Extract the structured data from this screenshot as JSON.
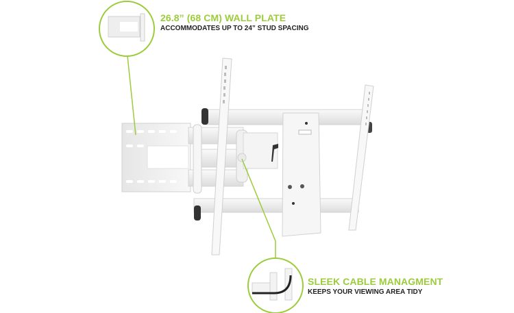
{
  "colors": {
    "accent_green": "#9ccb3b",
    "callout_line": "#9ccb3b",
    "mount_white": "#f2f2f2",
    "mount_shadow": "#d8d8d8",
    "text_dark": "#222222"
  },
  "callouts": [
    {
      "id": "wall-plate",
      "title": "26.8” (68 CM) WALL PLATE",
      "subtitle": "ACCOMMODATES UP TO 24” STUD SPACING",
      "inset_image": "wall-plate-closeup"
    },
    {
      "id": "cable-management",
      "title": "SLEEK CABLE MANAGMENT",
      "subtitle": "KEEPS YOUR VIEWING AREA TIDY",
      "inset_image": "cable-management-closeup"
    }
  ],
  "product": {
    "name": "full-motion-tv-wall-mount",
    "finish": "white"
  }
}
